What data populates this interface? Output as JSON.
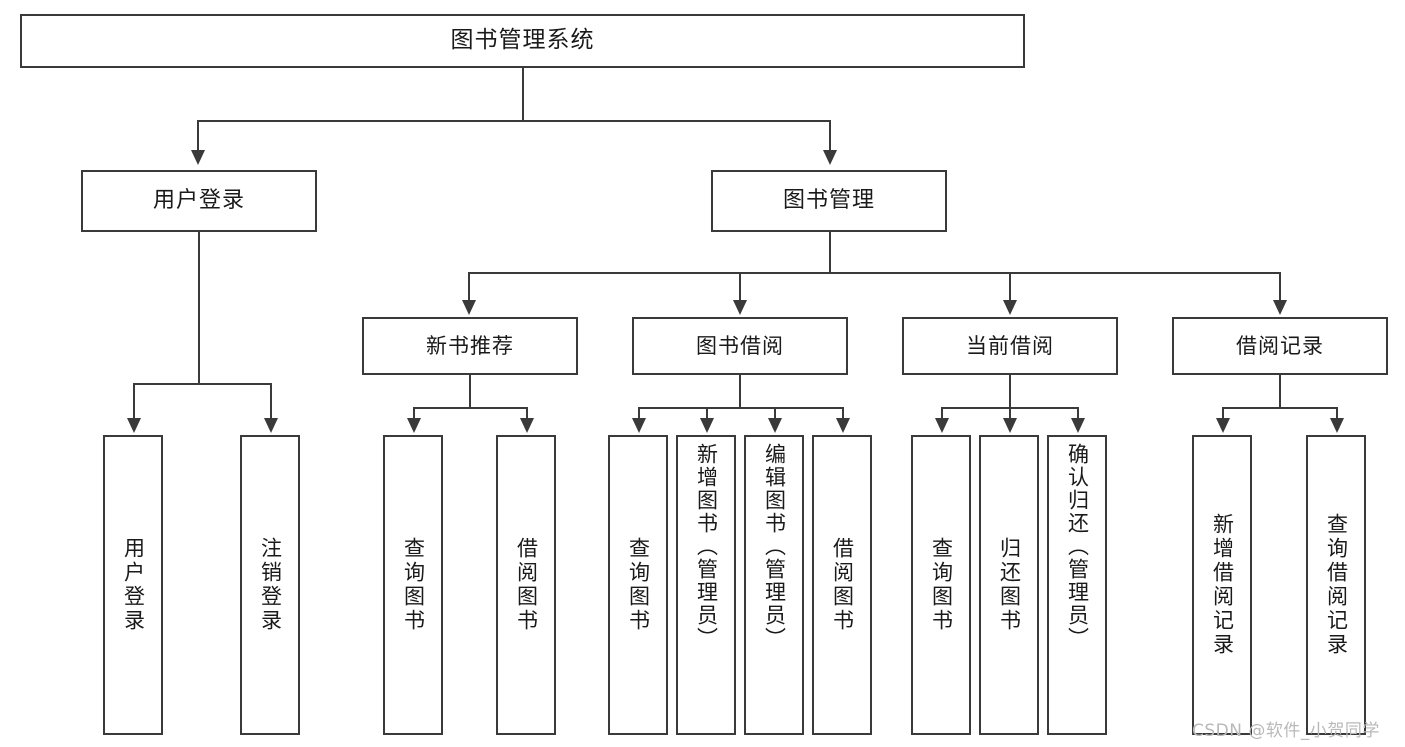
{
  "diagram": {
    "type": "tree-hierarchy-functional-decomposition",
    "root": {
      "label": "图书管理系统"
    },
    "level2": [
      {
        "label": "用户登录"
      },
      {
        "label": "图书管理"
      }
    ],
    "level3": [
      {
        "label": "新书推荐"
      },
      {
        "label": "图书借阅"
      },
      {
        "label": "当前借阅"
      },
      {
        "label": "借阅记录"
      }
    ],
    "leaves": {
      "user_login": [
        {
          "label": "用户登录"
        },
        {
          "label": "注销登录"
        }
      ],
      "new_book_recommend": [
        {
          "label": "查询图书"
        },
        {
          "label": "借阅图书"
        }
      ],
      "book_borrow": [
        {
          "label": "查询图书"
        },
        {
          "label": "新增图书（管理员）"
        },
        {
          "label": "编辑图书（管理员）"
        },
        {
          "label": "借阅图书"
        }
      ],
      "current_borrow": [
        {
          "label": "查询图书"
        },
        {
          "label": "归还图书"
        },
        {
          "label": "确认归还（管理员）"
        }
      ],
      "borrow_record": [
        {
          "label": "新增借阅记录"
        },
        {
          "label": "查询借阅记录"
        }
      ]
    }
  },
  "watermark": {
    "text": "CSDN @软件_小贺同学"
  },
  "colors": {
    "stroke": "#3a3a3a",
    "text": "#1a1a1a",
    "background": "#ffffff",
    "watermark": "#b9b9b9"
  }
}
